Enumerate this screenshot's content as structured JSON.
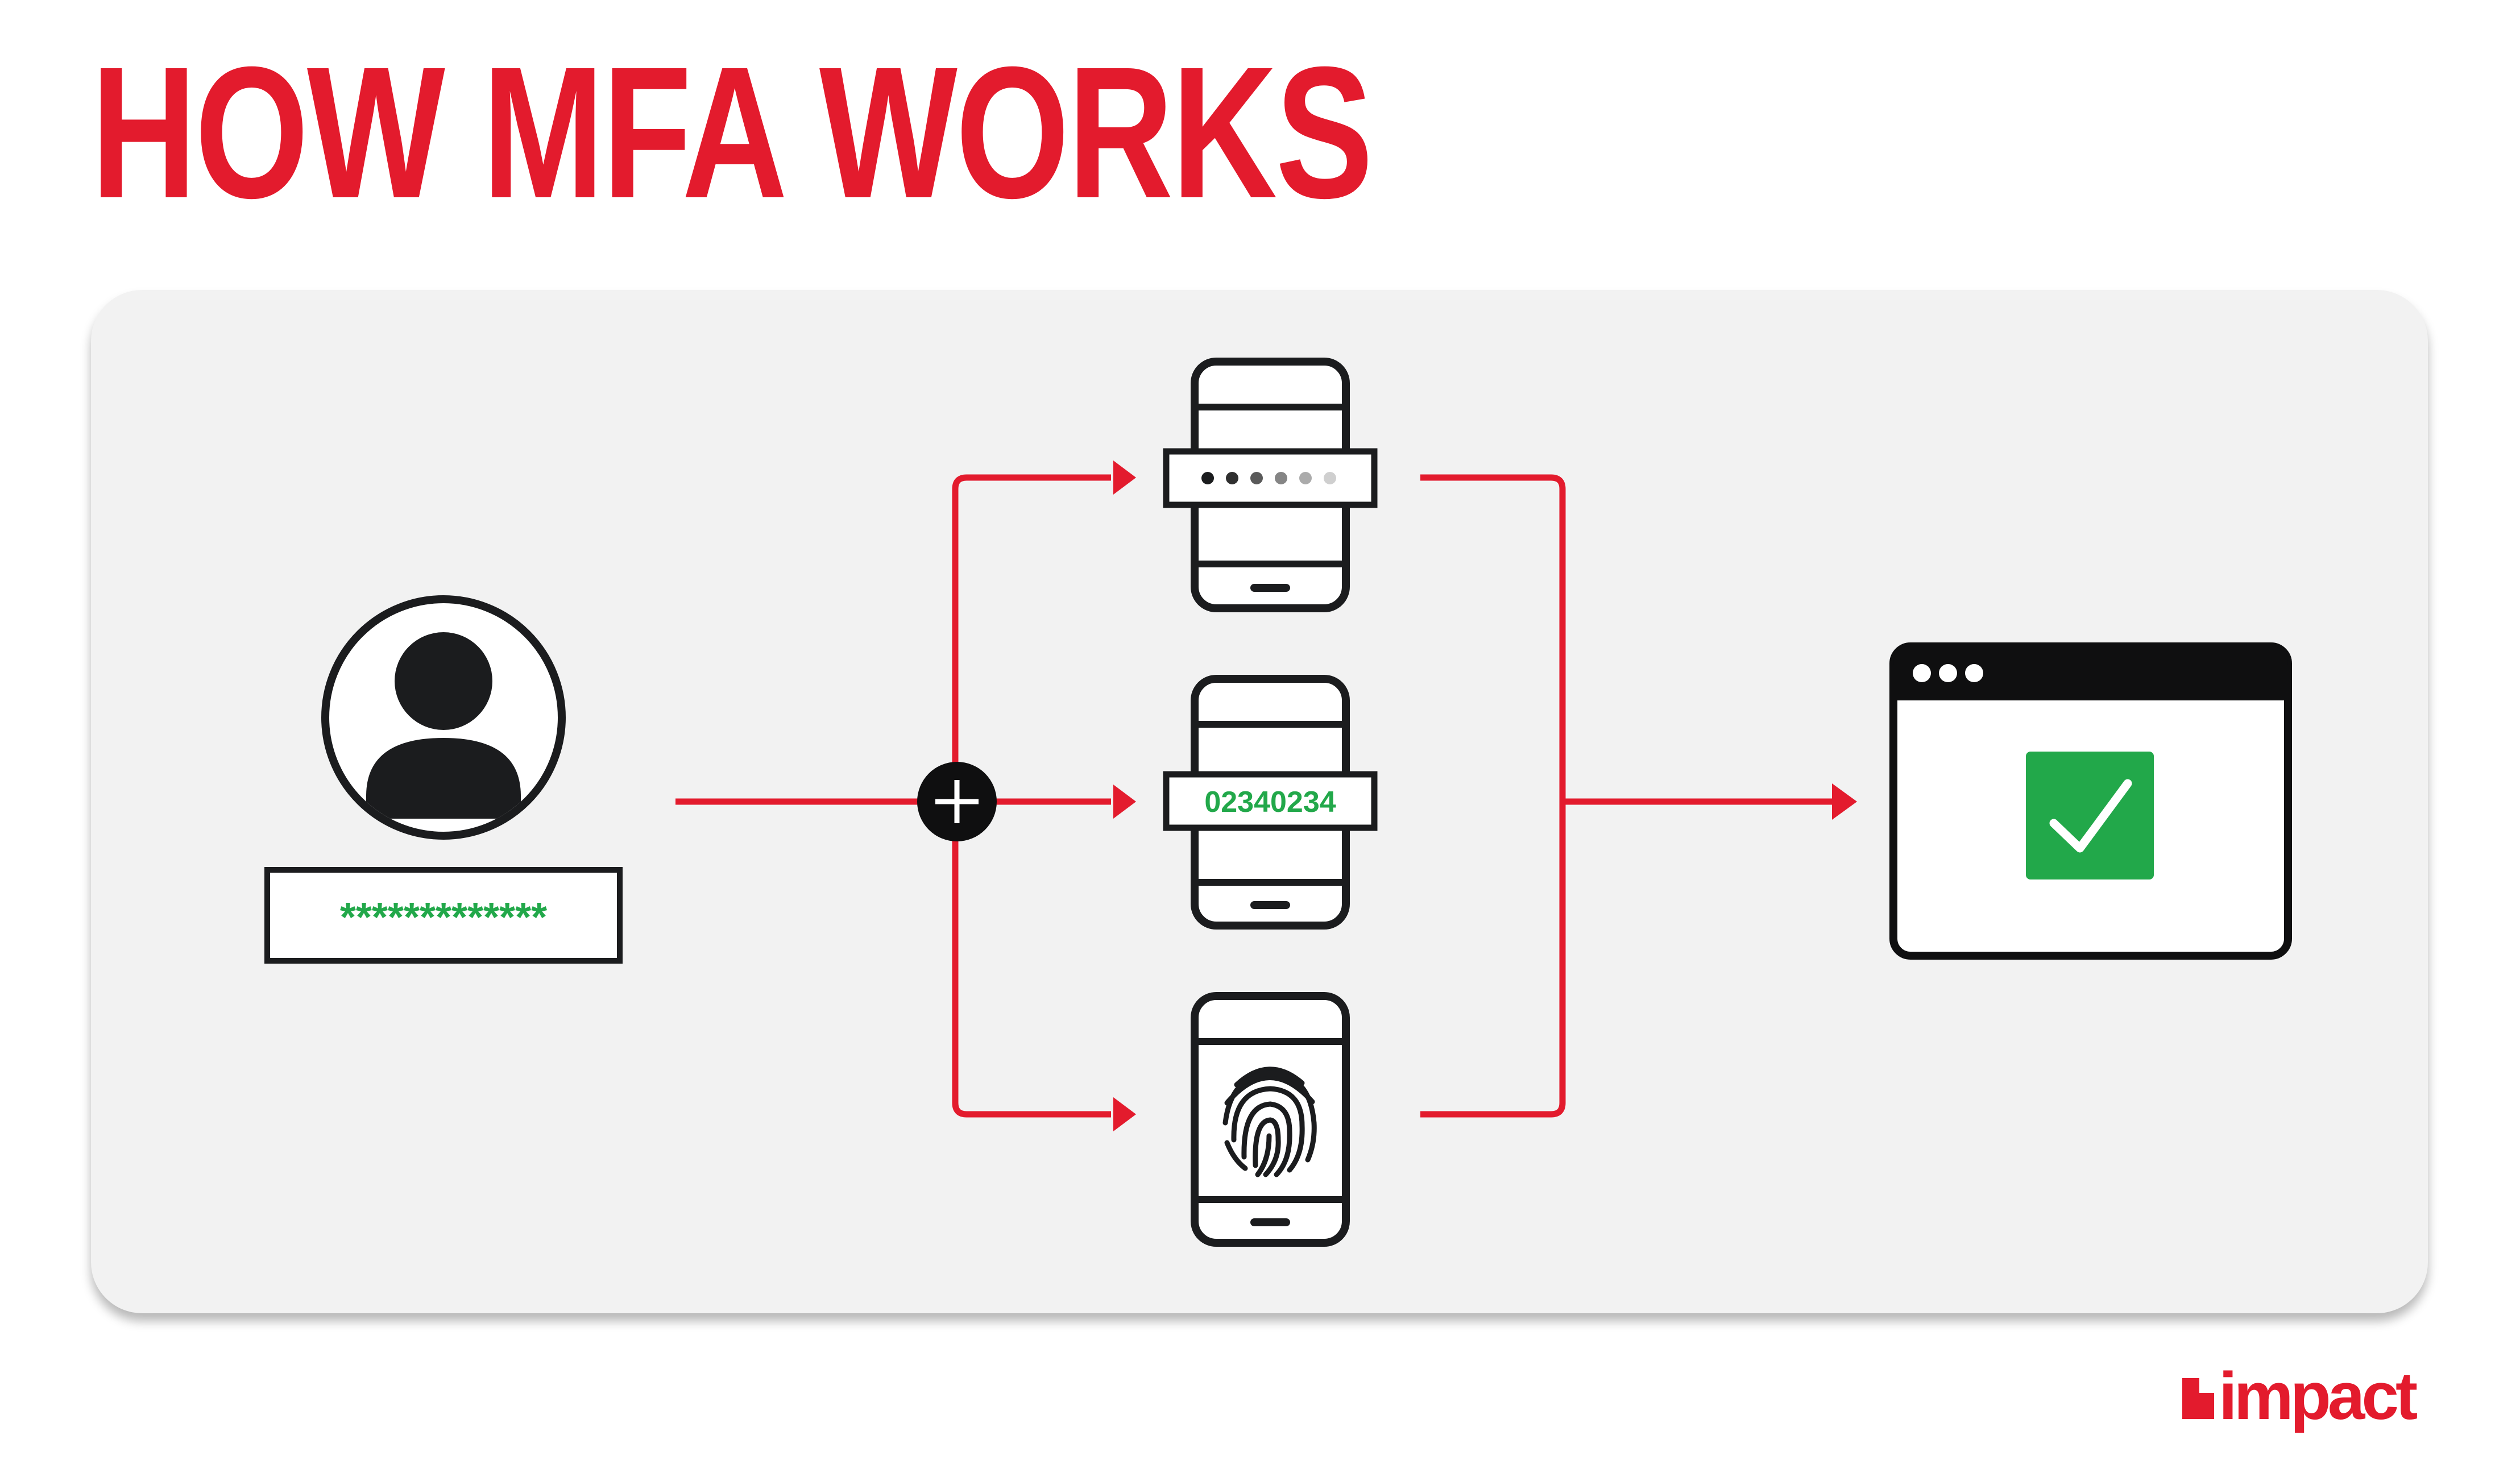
{
  "title": "HOW MFA WORKS",
  "login": {
    "password_mask": "*************"
  },
  "factors": [
    {
      "kind": "pin-entry",
      "icon": "phone-pin-dots-icon"
    },
    {
      "kind": "one-time-code",
      "icon": "phone-code-icon",
      "code": "02340234"
    },
    {
      "kind": "biometric",
      "icon": "phone-fingerprint-icon"
    }
  ],
  "result": {
    "icon": "browser-window-check-icon"
  },
  "brand": {
    "logo_text": "impact"
  },
  "colors": {
    "accent_red": "#e31b2d",
    "success_green": "#22a84a",
    "ink": "#1b1c1e",
    "card_bg": "#f2f2f2"
  }
}
